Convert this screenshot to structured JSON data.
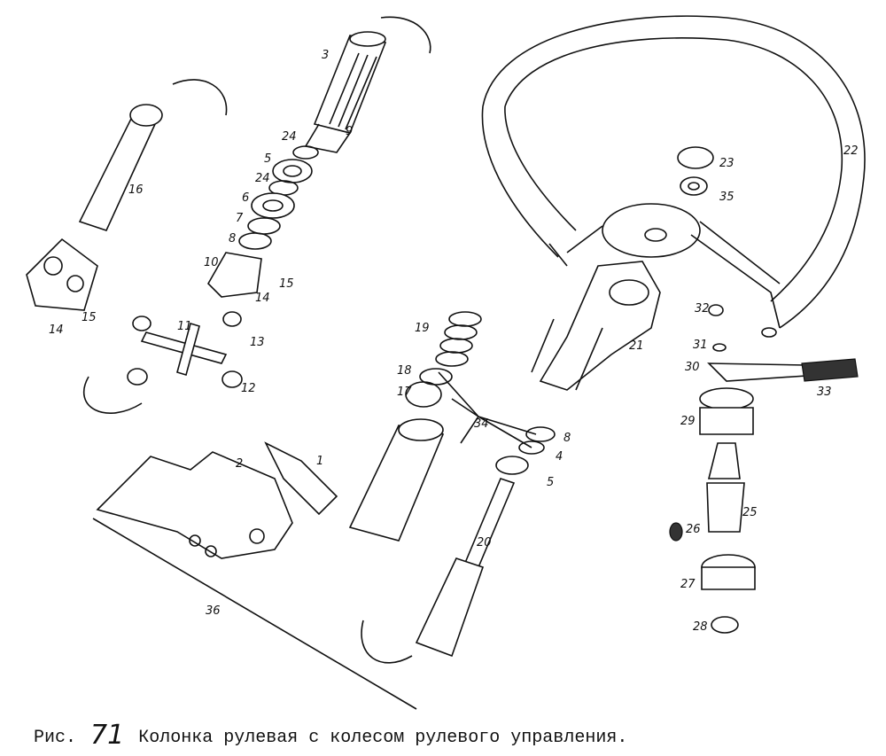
{
  "caption": {
    "prefix": "Рис.",
    "number": "71",
    "title": "Колонка рулевая с колесом рулевого управления."
  },
  "labels": [
    "3",
    "9",
    "24",
    "5",
    "24",
    "6",
    "7",
    "8",
    "10",
    "14",
    "15",
    "16",
    "14",
    "15",
    "11",
    "13",
    "12",
    "19",
    "18",
    "17",
    "34",
    "8",
    "4",
    "5",
    "1",
    "2",
    "20",
    "36",
    "22",
    "23",
    "35",
    "21",
    "32",
    "31",
    "30",
    "33",
    "29",
    "25",
    "26",
    "27",
    "28"
  ]
}
